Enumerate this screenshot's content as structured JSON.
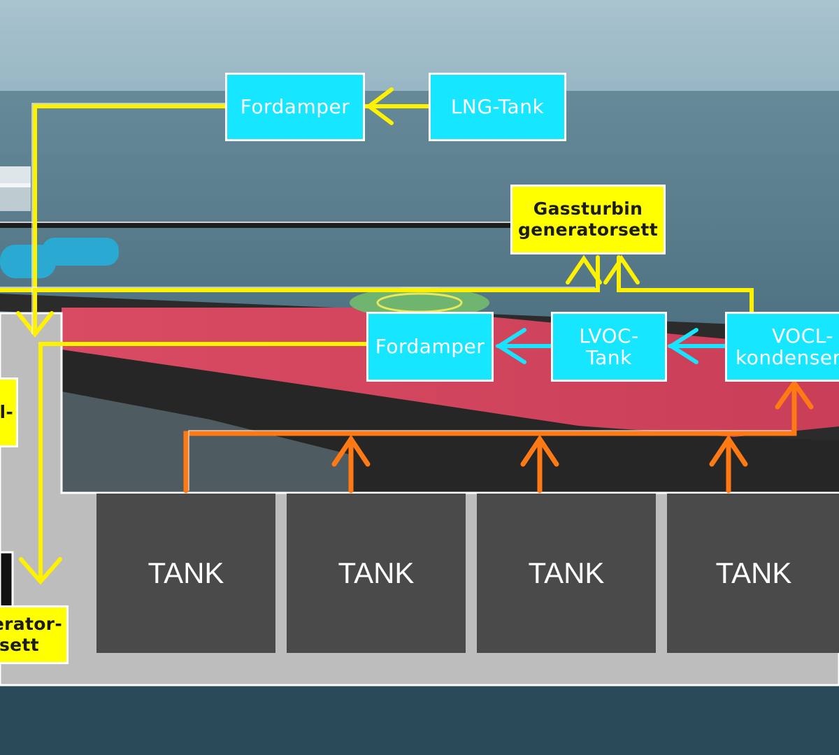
{
  "colors": {
    "fuel_line": "#fff200",
    "vapor_line": "#ff7a14",
    "condensate_arrow": "#18e4ff",
    "cyan_box": "#16e6ff",
    "yellow_box": "#ffff00",
    "tank": "#4a4a4a",
    "hull_panel": "#bdbdbd"
  },
  "boxes": {
    "fordamper_top": "Fordamper",
    "lng_tank": "LNG-Tank",
    "gassturbin_line1": "Gassturbin",
    "gassturbin_line2": "generatorsett",
    "fordamper_lower": "Fordamper",
    "lvoc_line1": "LVOC-",
    "lvoc_line2": "Tank",
    "vocl_line1": "VOCL-",
    "vocl_line2": "kondenser",
    "left_partial_1": "l-",
    "left_partial_2a": "erator-",
    "left_partial_2b": "sett"
  },
  "tanks": [
    "TANK",
    "TANK",
    "TANK",
    "TANK"
  ]
}
